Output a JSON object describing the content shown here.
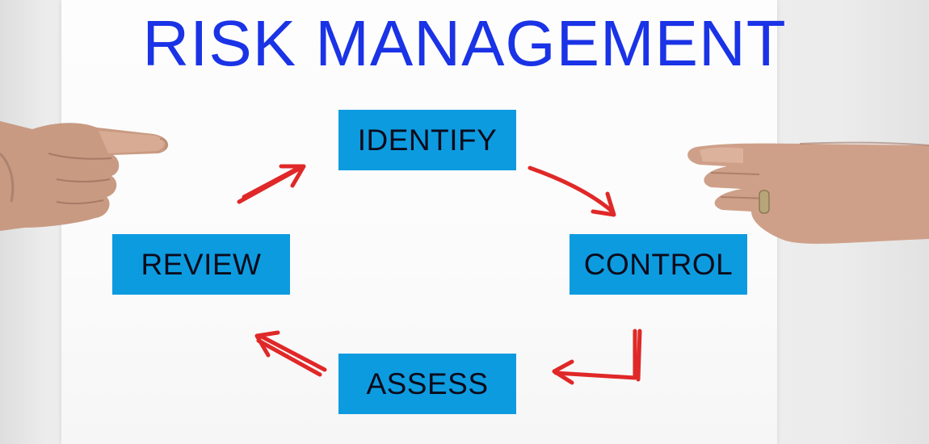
{
  "title": "RISK MANAGEMENT",
  "cycle": {
    "steps": [
      "IDENTIFY",
      "CONTROL",
      "ASSESS",
      "REVIEW"
    ],
    "arrow_color": "#e02828",
    "box_color": "#0d9be0",
    "title_color": "#1a33e6"
  }
}
